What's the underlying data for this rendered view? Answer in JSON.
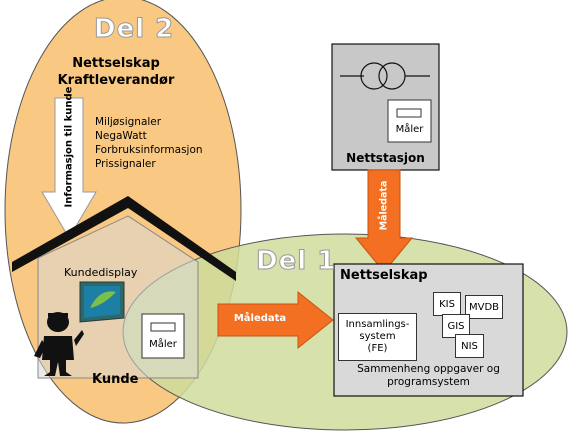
{
  "part2": {
    "title": "Del 2",
    "heading_line1": "Nettselskap",
    "heading_line2": "Kraftleverandør",
    "arrow_label": "Informasjon til kunde",
    "info_items": [
      "Miljøsignaler",
      "NegaWatt",
      "Forbruksinformasjon",
      "Prissignaler"
    ],
    "customer_display": "Kundedisplay",
    "customer": "Kunde"
  },
  "part1": {
    "title": "Del 1",
    "company": "Nettselskap",
    "collection_system": "Innsamlings-\nsystem\n(FE)",
    "systems": [
      "KIS",
      "MVDB",
      "GIS",
      "NIS"
    ],
    "caption": "Sammenheng oppgaver og\nprogramsystem"
  },
  "substation": {
    "label": "Nettstasjon",
    "meter": "Måler"
  },
  "customer_meter": "Måler",
  "arrows": {
    "meter_data_vertical": "Måledata",
    "meter_data_horizontal": "Måledata"
  },
  "colors": {
    "orange_fill": "#f9c882",
    "green_fill": "#cfdc9c",
    "arrow_orange": "#f36f21",
    "grey_box": "#d9d9d9",
    "substation_box": "#c8c8c8"
  }
}
